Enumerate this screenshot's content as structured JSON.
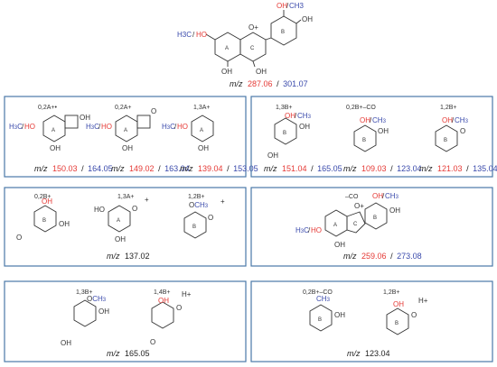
{
  "colors": {
    "red": "#e53935",
    "blue": "#3949ab",
    "panel_border": "#4a79a8"
  },
  "top": {
    "ring_labels": [
      "A",
      "C",
      "B"
    ],
    "substituents": {
      "h3c": "H3C",
      "slash": "/",
      "ho": "HO",
      "oh_left": "OH",
      "slash2": "/",
      "ch3": "CH3",
      "oh_right": "OH",
      "oh_c": "OH",
      "oh_a": "OH",
      "o_plus": "O+"
    },
    "mz": {
      "prefix": "m/z",
      "red": "287.06",
      "sep": "/",
      "blue": "301.07"
    }
  },
  "panels": [
    {
      "id": "panel1",
      "ions": [
        {
          "label": "0,2A+•",
          "ring": "A",
          "mz_red": "150.03",
          "mz_blue": "164.05",
          "subs": [
            "H3C/HO",
            "OH",
            "OH"
          ]
        },
        {
          "label": "0,2A+",
          "ring": "A",
          "mz_red": "149.02",
          "mz_blue": "163.04",
          "subs": [
            "H3C/HO",
            "O",
            "OH"
          ]
        },
        {
          "label": "1,3A+",
          "ring": "A",
          "mz_red": "139.04",
          "mz_blue": "153.05",
          "subs": [
            "H3C/HO",
            "OH"
          ]
        }
      ],
      "prefix": "m/z",
      "sep": "/"
    },
    {
      "id": "panel2",
      "ions": [
        {
          "label": "1,3B+",
          "ring": "B",
          "mz_red": "151.04",
          "mz_blue": "165.05",
          "subs": [
            "OH/CH3",
            "OH",
            "OH"
          ]
        },
        {
          "label": "0,2B+–CO",
          "ring": "B",
          "mz_red": "109.03",
          "mz_blue": "123.04",
          "subs": [
            "OH/CH3",
            "OH"
          ]
        },
        {
          "label": "1,2B+",
          "ring": "B",
          "mz_red": "121.03",
          "mz_blue": "135.04",
          "subs": [
            "OH/CH3",
            "O"
          ]
        }
      ],
      "prefix": "m/z",
      "sep": "/"
    },
    {
      "id": "panel3",
      "ions": [
        {
          "label": "0,2B+",
          "ring": "B",
          "subs": [
            "OH",
            "O",
            "OH"
          ]
        },
        {
          "label": "1,3A+",
          "ring": "A",
          "subs": [
            "HO",
            "O",
            "+",
            "OH"
          ]
        },
        {
          "label": "1,2B+",
          "ring": "B",
          "subs": [
            "OCH3",
            "O",
            "+"
          ]
        }
      ],
      "mz": {
        "prefix": "m/z",
        "value": "137.02"
      }
    },
    {
      "id": "panel4",
      "ions": [
        {
          "label": "–CO",
          "ring": "A B C",
          "subs": [
            "OH/CH3",
            "OH",
            "H3C/HO",
            "OH",
            "O+"
          ]
        }
      ],
      "mz": {
        "prefix": "m/z",
        "red": "259.06",
        "sep": "/",
        "blue": "273.08"
      }
    },
    {
      "id": "panel5",
      "ions": [
        {
          "label": "1,3B+",
          "ring": "",
          "subs": [
            "OCH3",
            "OH",
            "OH"
          ]
        },
        {
          "label": "1,4B+",
          "ring": "",
          "subs": [
            "OH",
            "O",
            "H+",
            "O"
          ]
        }
      ],
      "mz": {
        "prefix": "m/z",
        "value": "165.05"
      }
    },
    {
      "id": "panel6",
      "ions": [
        {
          "label": "0,2B+–CO",
          "ring": "B",
          "subs": [
            "CH3",
            "OH"
          ]
        },
        {
          "label": "1,2B+",
          "ring": "B",
          "subs": [
            "OH",
            "O",
            "H+"
          ]
        }
      ],
      "mz": {
        "prefix": "m/z",
        "value": "123.04"
      }
    }
  ]
}
